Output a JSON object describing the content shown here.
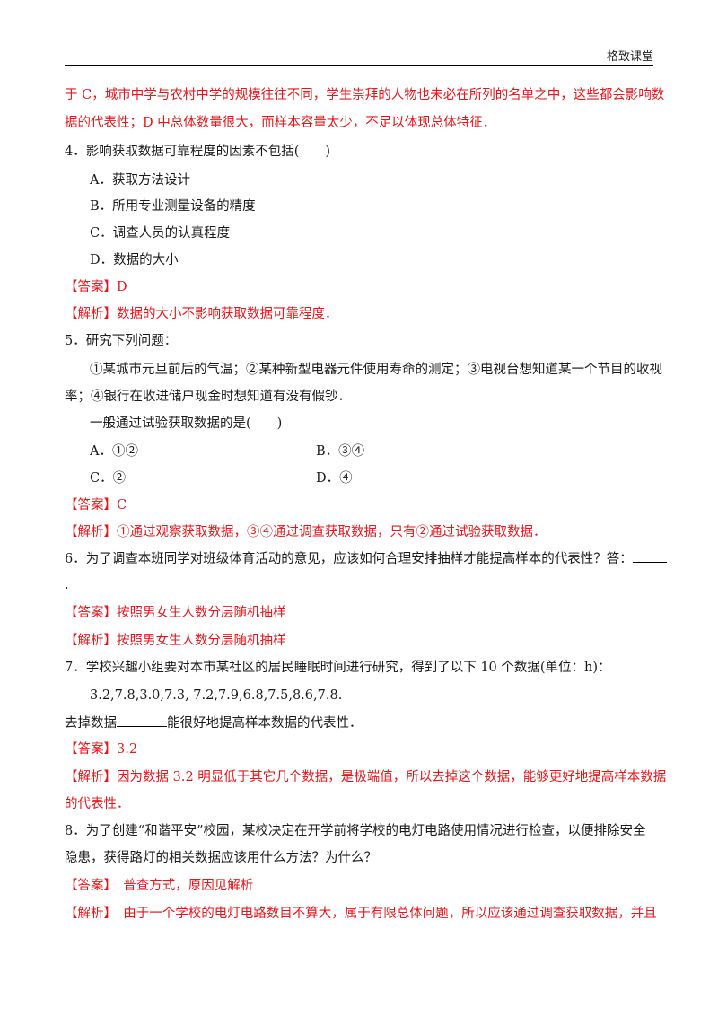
{
  "header": {
    "title": "格致课堂"
  },
  "cont": {
    "line1": "于 C，城市中学与农村中学的规模往往不同，学生崇拜的人物也未必在所列的名单之中，这些都会影响数",
    "line2": "据的代表性；D 中总体数量很大，而样本容量太少，不足以体现总体特征．"
  },
  "q4": {
    "stem": "4．影响获取数据可靠程度的因素不包括(　　)",
    "options": [
      "A．获取方法设计",
      "B．所用专业测量设备的精度",
      "C．调查人员的认真程度",
      "D．数据的大小"
    ],
    "answer_label": "【答案】",
    "answer": "D",
    "analysis_label": "【解析】",
    "analysis": "数据的大小不影响获取数据可靠程度．"
  },
  "q5": {
    "stem": "5．研究下列问题：",
    "items_line1": "①某城市元旦前后的气温；②某种新型电器元件使用寿命的测定；③电视台想知道某一个节目的收视",
    "items_line2": "率；④银行在收进储户现金时想知道有没有假钞．",
    "question": "一般通过试验获取数据的是(　　)",
    "options": [
      "A．①②",
      "B．③④",
      "C．②",
      "D．④"
    ],
    "answer_label": "【答案】",
    "answer": "C",
    "analysis_label": "【解析】",
    "analysis": "①通过观察获取数据，③④通过调查获取数据，只有②通过试验获取数据．"
  },
  "q6": {
    "stem": "6．为了调查本班同学对班级体育活动的意见，应该如何合理安排抽样才能提高样本的代表性？答：",
    "tail": ".",
    "answer_label": "【答案】",
    "answer": "按照男女生人数分层随机抽样",
    "analysis_label": "【解析】",
    "analysis": "按照男女生人数分层随机抽样"
  },
  "q7": {
    "stem": "7．学校兴趣小组要对本市某社区的居民睡眠时间进行研究，得到了以下 10 个数据(单位：h)：",
    "data": "3.2,7.8,3.0,7.3, 7.2,7.9,6.8,7.5,8.6,7.8.",
    "fill_pre": "去掉数据",
    "fill_post": "能很好地提高样本数据的代表性．",
    "answer_label": "【答案】",
    "answer": "3.2",
    "analysis_label": "【解析】",
    "analysis1": "因为数据 3.2 明显低于其它几个数据，是极端值，所以去掉这个数据，能够更好地提高样本数据",
    "analysis2": "的代表性．"
  },
  "q8": {
    "stem1": "8．为了创建“和谐平安”校园，某校决定在开学前将学校的电灯电路使用情况进行检查，以便排除安全",
    "stem2": "隐患，获得路灯的相关数据应该用什么方法？为什么？",
    "answer_label": "【答案】",
    "answer": "　普查方式，原因见解析",
    "analysis_label": "【解析】",
    "analysis": "　由于一个学校的电灯电路数目不算大，属于有限总体问题，所以应该通过调查获取数据，并且"
  }
}
